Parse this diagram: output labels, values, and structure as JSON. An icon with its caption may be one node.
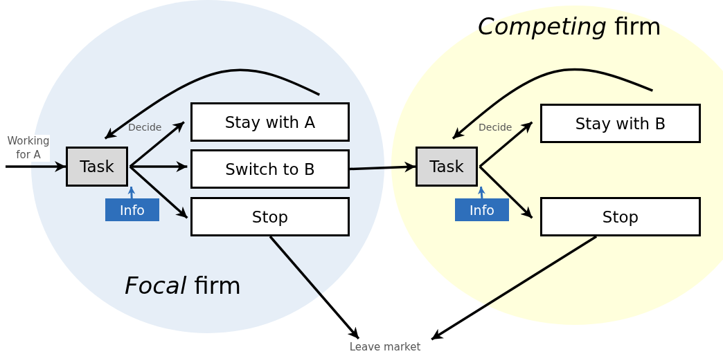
{
  "diagram": {
    "nodes": [
      {
        "text": [
          "*Focal* firm"
        ]
      },
      {
        "text": [
          "Task"
        ],
        "in": 0
      },
      {
        "text": [
          "Stay with A"
        ],
        "in": 0
      },
      {
        "text": [
          "Switch to B"
        ],
        "in": 0
      },
      {
        "text": [
          "Stop"
        ],
        "in": 0
      },
      {
        "text": [
          "Info"
        ],
        "in": 0
      },
      {
        "text": [
          "*Competing* firm"
        ]
      },
      {
        "text": [
          "Task"
        ],
        "in": 6
      },
      {
        "text": [
          "Stay with B"
        ],
        "in": 6
      },
      {
        "text": [
          "Stop"
        ],
        "in": 6
      },
      {
        "text": [
          "Info"
        ],
        "in": 6
      },
      {
        "text": [
          "Leave market"
        ]
      }
    ],
    "edges": [
      {
        "from": null,
        "to": 1,
        "arrow": "to",
        "label": "Working for A"
      },
      {
        "from": 1,
        "to": 2,
        "arrow": "to"
      },
      {
        "from": 1,
        "to": 3,
        "arrow": "to"
      },
      {
        "from": 1,
        "to": 4,
        "arrow": "to"
      },
      {
        "from": 5,
        "to": 1,
        "arrow": "to",
        "color": "#2e6fbb"
      },
      {
        "from": 2,
        "to": 1,
        "arrow": "to"
      },
      {
        "from": 3,
        "to": 7,
        "arrow": "to"
      },
      {
        "from": 4,
        "to": 11,
        "arrow": "to"
      },
      {
        "from": 7,
        "to": 8,
        "arrow": "to"
      },
      {
        "from": 7,
        "to": 9,
        "arrow": "to"
      },
      {
        "from": 10,
        "to": 7,
        "arrow": "to",
        "color": "#2e6fbb"
      },
      {
        "from": 8,
        "to": 7,
        "arrow": "to"
      },
      {
        "from": 9,
        "to": 11,
        "arrow": "to"
      }
    ],
    "labels": [
      "Decide",
      "Decide"
    ]
  }
}
